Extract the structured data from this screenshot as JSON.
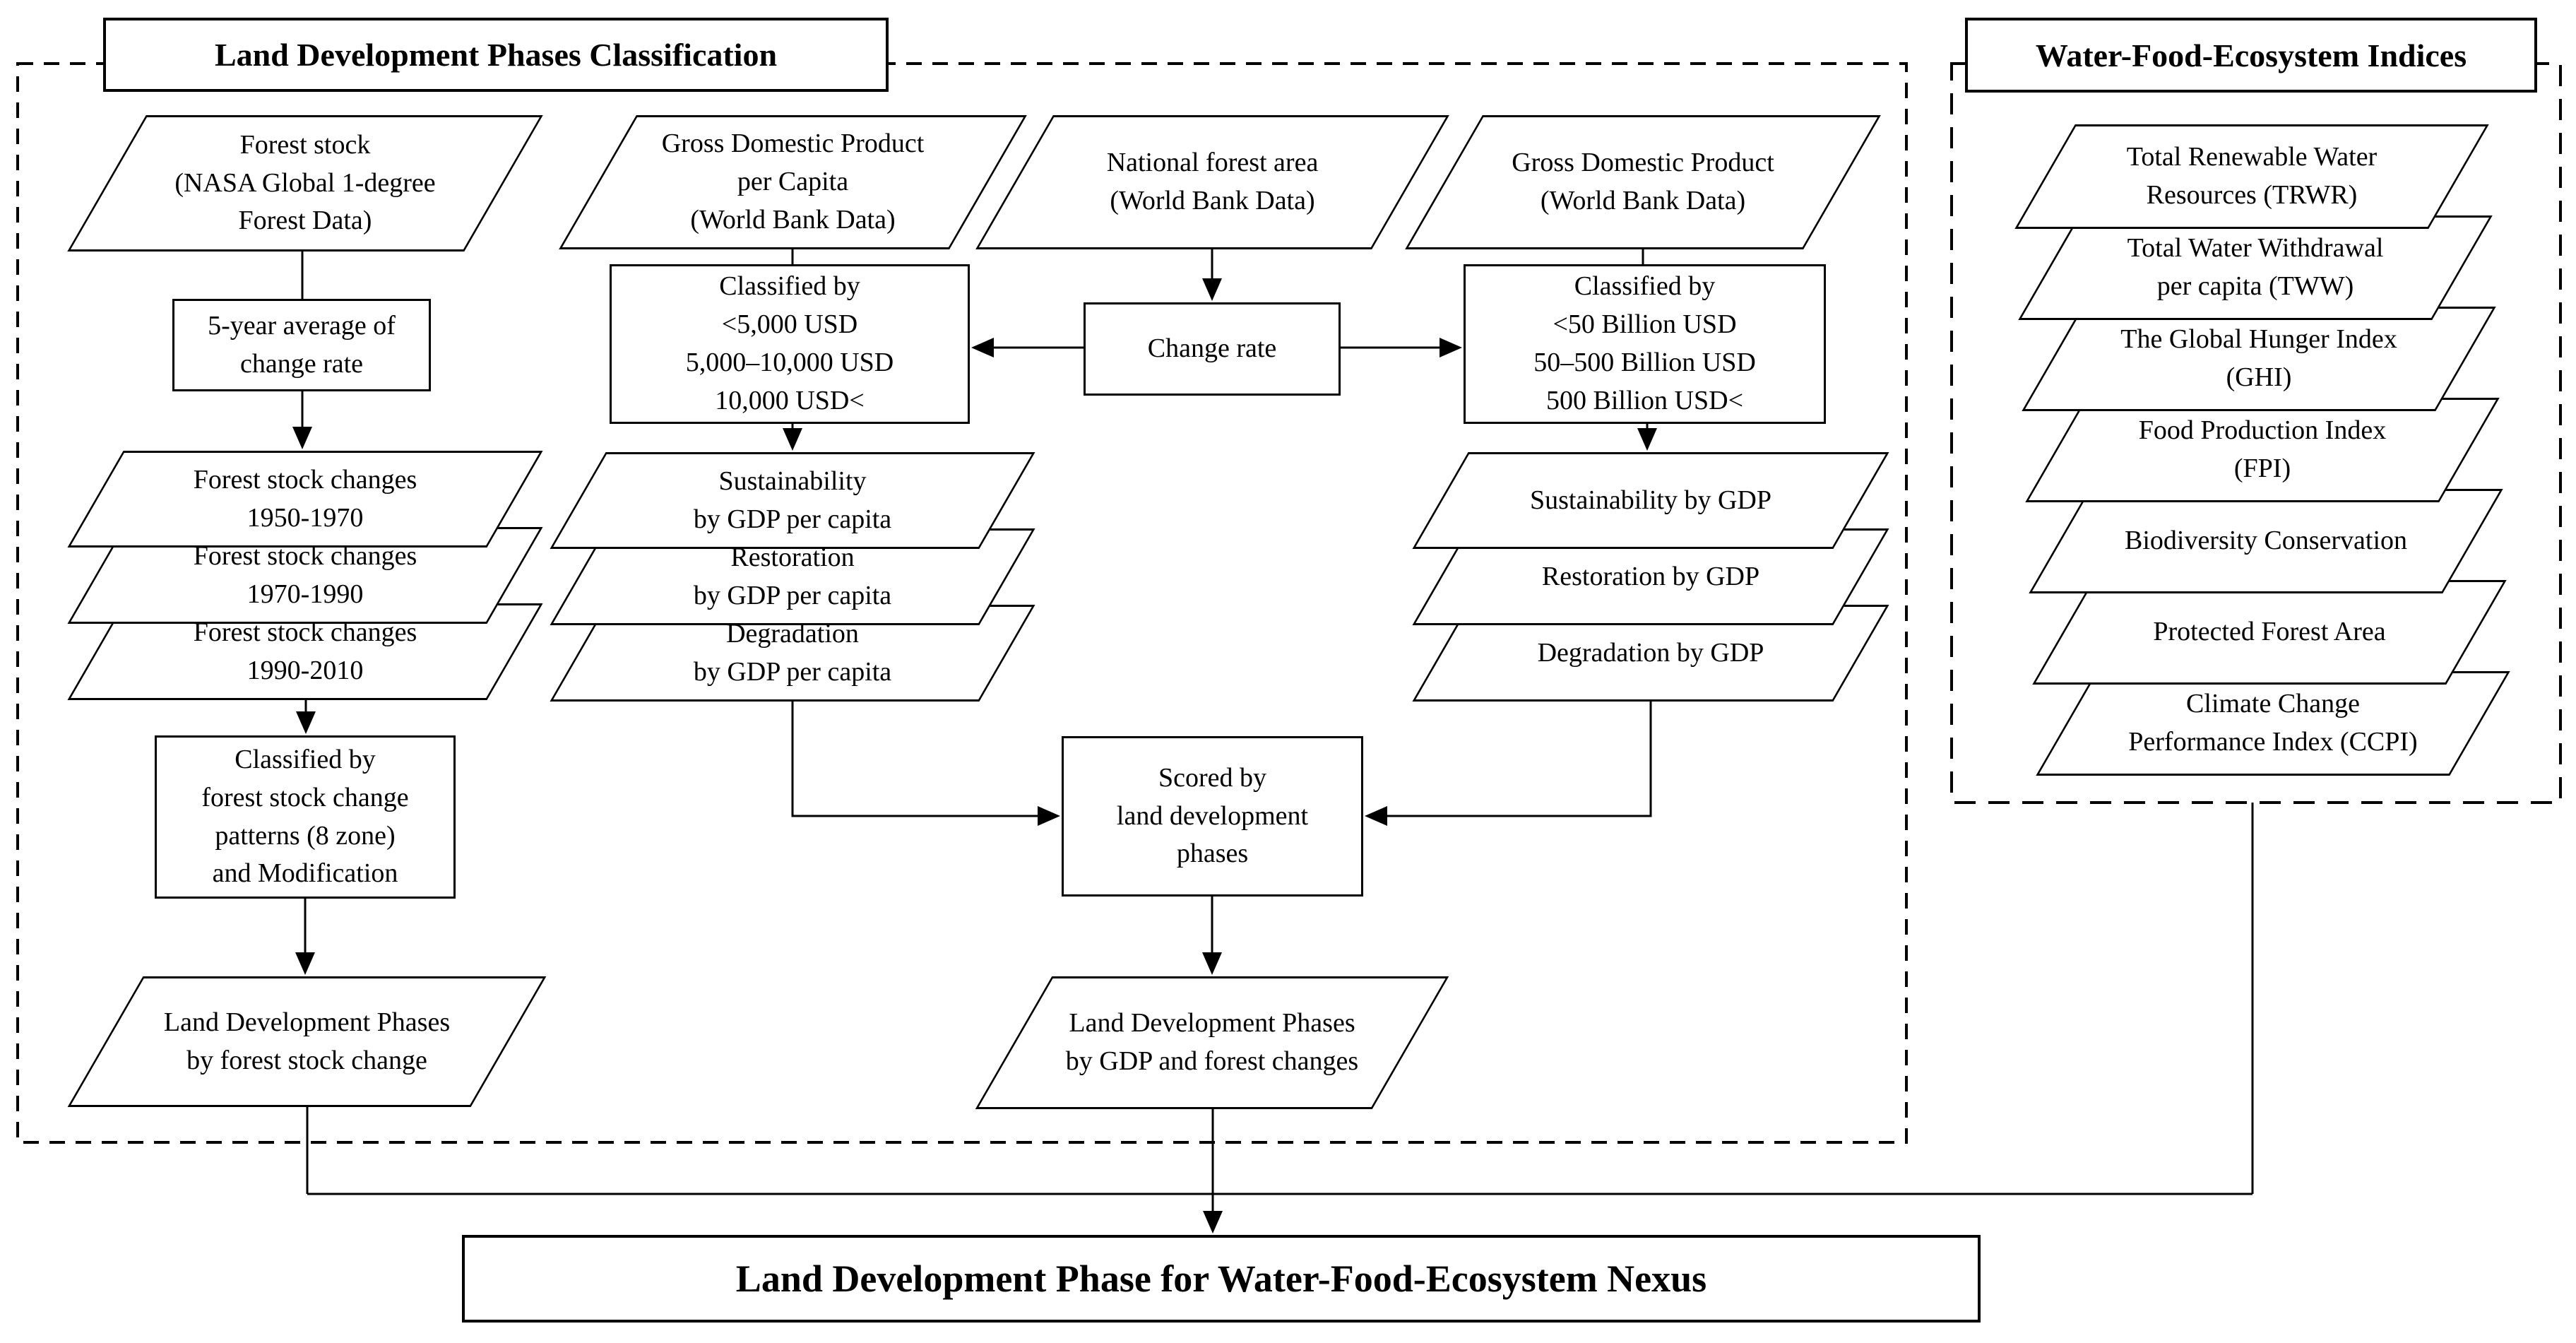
{
  "sections": {
    "left": {
      "title": "Land Development Phases Classification"
    },
    "right": {
      "title": "Water-Food-Ecosystem Indices"
    }
  },
  "banner": {
    "title": "Land Development Phase for Water-Food-Ecosystem Nexus"
  },
  "colors": {
    "stroke": "#000000",
    "background": "#ffffff"
  },
  "nodes": {
    "forest_stock": {
      "lines": [
        "Forest stock",
        "(NASA Global 1-degree",
        "Forest Data)"
      ]
    },
    "five_year_avg": {
      "lines": [
        "5-year average of",
        "change rate"
      ]
    },
    "fsc_1950": {
      "lines": [
        "Forest stock changes",
        "1950-1970"
      ]
    },
    "fsc_1970": {
      "lines": [
        "Forest stock changes",
        "1970-1990"
      ]
    },
    "fsc_1990": {
      "lines": [
        "Forest stock changes",
        "1990-2010"
      ]
    },
    "classified_patterns": {
      "lines": [
        "Classified by",
        "forest stock change",
        "patterns (8 zone)",
        "and Modification"
      ]
    },
    "ldp_forest": {
      "lines": [
        "Land Development Phases",
        "by forest stock change"
      ]
    },
    "gdp_per_capita": {
      "lines": [
        "Gross Domestic Product",
        "per Capita",
        "(World Bank Data)"
      ]
    },
    "classified_gdp_capita": {
      "lines": [
        "Classified by",
        "<5,000 USD",
        "5,000–10,000 USD",
        "10,000 USD<"
      ]
    },
    "sustain_capita": {
      "lines": [
        "Sustainability",
        "by GDP per capita"
      ]
    },
    "restore_capita": {
      "lines": [
        "Restoration",
        "by GDP per capita"
      ]
    },
    "degrade_capita": {
      "lines": [
        "Degradation",
        "by GDP per capita"
      ]
    },
    "national_forest": {
      "lines": [
        "National forest area",
        "(World Bank Data)"
      ]
    },
    "change_rate": {
      "lines": [
        "Change rate"
      ]
    },
    "gdp": {
      "lines": [
        "Gross Domestic Product",
        "(World Bank Data)"
      ]
    },
    "classified_gdp": {
      "lines": [
        "Classified by",
        "<50 Billion USD",
        "50–500 Billion USD",
        "500 Billion USD<"
      ]
    },
    "sustain_gdp": {
      "lines": [
        "Sustainability by GDP"
      ]
    },
    "restore_gdp": {
      "lines": [
        "Restoration by GDP"
      ]
    },
    "degrade_gdp": {
      "lines": [
        "Degradation by GDP"
      ]
    },
    "scored": {
      "lines": [
        "Scored by",
        "land development",
        "phases"
      ]
    },
    "ldp_gdp": {
      "lines": [
        "Land Development Phases",
        "by GDP and forest changes"
      ]
    },
    "trwr": {
      "lines": [
        "Total Renewable Water",
        "Resources (TRWR)"
      ]
    },
    "tww": {
      "lines": [
        "Total Water Withdrawal",
        "per capita (TWW)"
      ]
    },
    "ghi": {
      "lines": [
        "The Global Hunger Index",
        "(GHI)"
      ]
    },
    "fpi": {
      "lines": [
        "Food Production Index",
        "(FPI)"
      ]
    },
    "biodiversity": {
      "lines": [
        "Biodiversity Conservation"
      ]
    },
    "protected_forest": {
      "lines": [
        "Protected Forest Area"
      ]
    },
    "ccpi": {
      "lines": [
        "Climate Change",
        "Performance Index (CCPI)"
      ]
    }
  }
}
